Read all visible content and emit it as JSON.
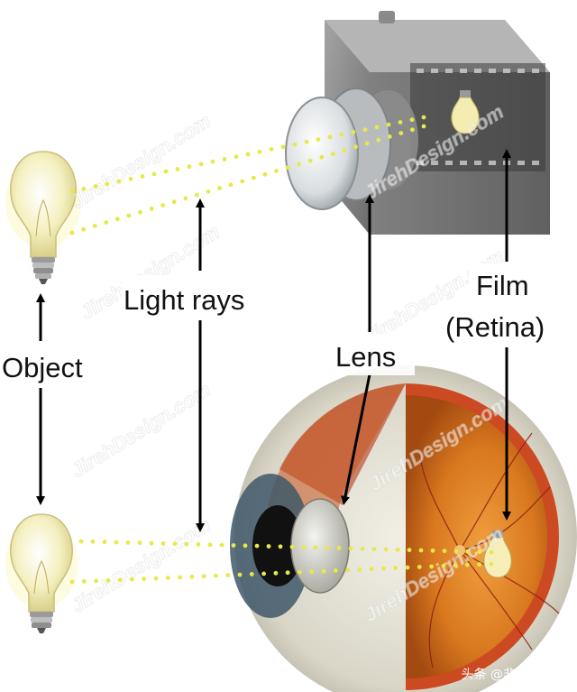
{
  "labels": {
    "object": "Object",
    "light_rays": "Light rays",
    "lens": "Lens",
    "film_line1": "Film",
    "film_line2": "(Retina)"
  },
  "watermark": "JirehDesign.com",
  "credit": "头条 @非著名法医",
  "colors": {
    "ray_dots": "#e8e84a",
    "bulb_glass": "#f6f3c8",
    "camera_body": "#7a7a7a",
    "eye_retina": "#d9781f",
    "arrow": "#000000"
  }
}
